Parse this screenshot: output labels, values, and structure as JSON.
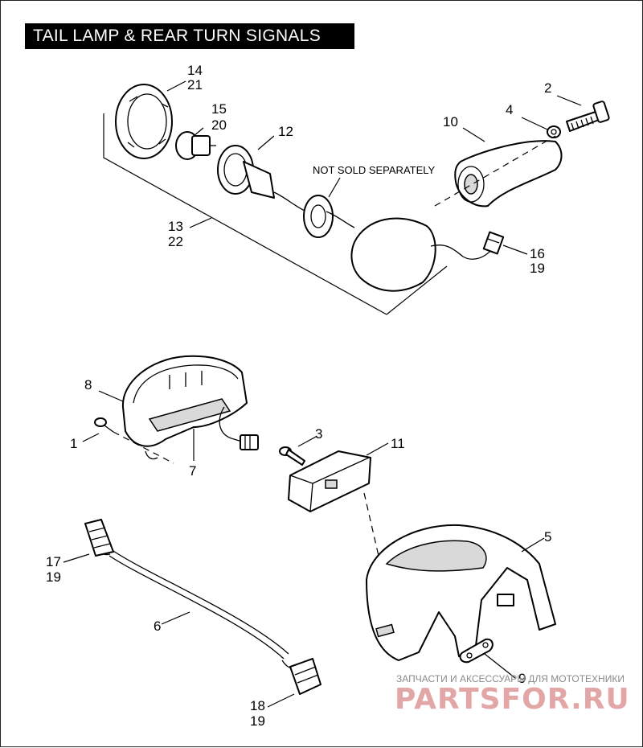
{
  "title": "TAIL LAMP & REAR TURN SIGNALS",
  "note": "NOT SOLD SEPARATELY",
  "callouts": {
    "c14": "14",
    "c21": "21",
    "c15": "15",
    "c20": "20",
    "c12": "12",
    "c13": "13",
    "c22": "22",
    "c10": "10",
    "c4": "4",
    "c2": "2",
    "c16": "16",
    "c19a": "19",
    "c8": "8",
    "c1": "1",
    "c7": "7",
    "c3": "3",
    "c11": "11",
    "c5": "5",
    "c17": "17",
    "c19b": "19",
    "c6": "6",
    "c9": "9",
    "c18": "18",
    "c19c": "19"
  },
  "watermark": {
    "caption": "ЗАПЧАСТИ И АКСЕССУАРЫ ДЛЯ МОТОТЕХНИКИ",
    "logo": "PARTSFOR.RU"
  }
}
